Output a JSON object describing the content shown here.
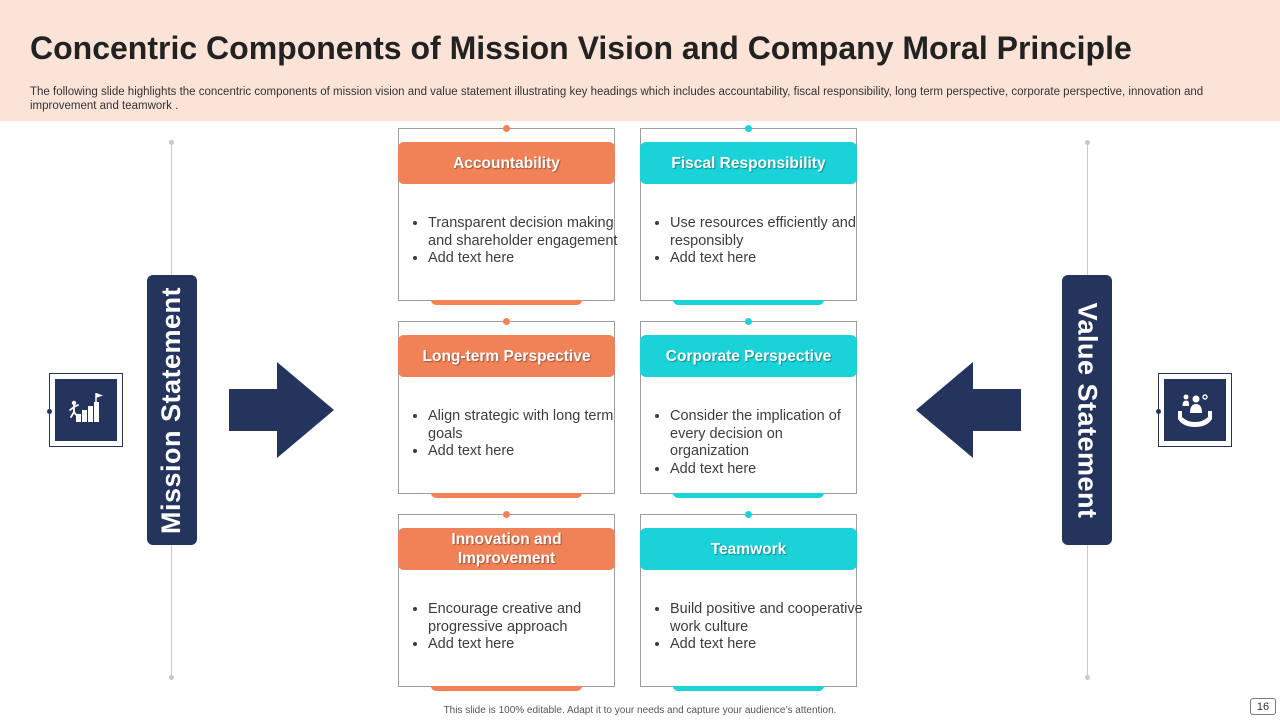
{
  "slide": {
    "title": "Concentric Components of Mission Vision and Company Moral Principle",
    "subtitle": "The following slide highlights the concentric components of mission vision and value statement illustrating key headings which includes accountability, fiscal responsibility, long term perspective, corporate perspective, innovation and improvement and teamwork .",
    "footer_note": "This slide is 100% editable.  Adapt it to your needs and capture your audience’s attention.",
    "page_number": "16"
  },
  "colors": {
    "navy": "#24345c",
    "orange": "#f18157",
    "teal": "#19d3d8",
    "header_bg": "#fbe3d8"
  },
  "left_panel": {
    "label": "Mission Statement",
    "icon": "growth-stairs-flag-icon"
  },
  "right_panel": {
    "label": "Value Statement",
    "icon": "hands-holding-people-icon"
  },
  "cards": [
    {
      "title": "Accountability",
      "accent": "orange",
      "bullets": [
        "Transparent decision making and shareholder engagement",
        "Add text here"
      ]
    },
    {
      "title": "Fiscal Responsibility",
      "accent": "teal",
      "bullets": [
        "Use resources efficiently and responsibly",
        "Add text here"
      ]
    },
    {
      "title": "Long-term Perspective",
      "accent": "orange",
      "bullets": [
        "Align strategic with long term goals",
        "Add text here"
      ]
    },
    {
      "title": "Corporate Perspective",
      "accent": "teal",
      "bullets": [
        "Consider the implication of every decision on organization",
        "Add text here"
      ]
    },
    {
      "title": "Innovation and Improvement",
      "accent": "orange",
      "bullets": [
        "Encourage creative and progressive approach",
        "Add text here"
      ]
    },
    {
      "title": "Teamwork",
      "accent": "teal",
      "bullets": [
        "Build positive and cooperative work culture",
        "Add text here"
      ]
    }
  ]
}
